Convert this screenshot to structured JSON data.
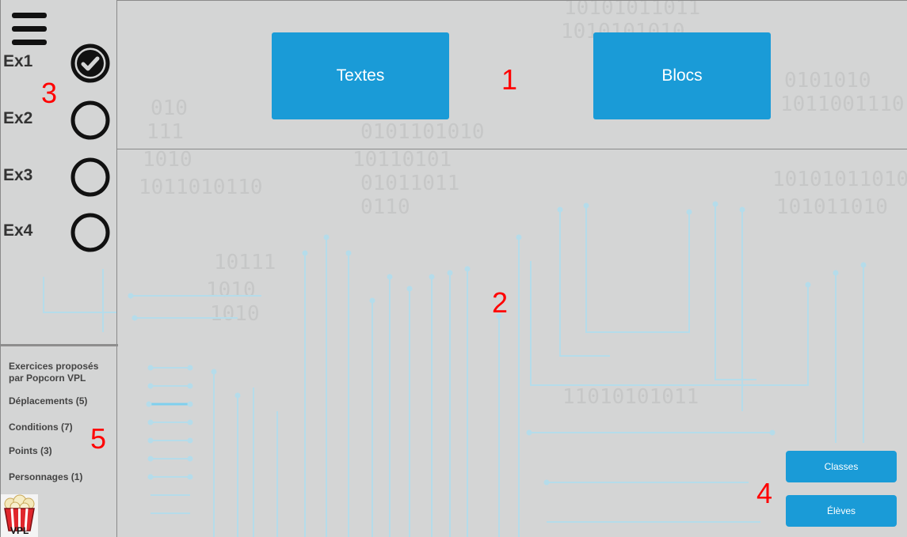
{
  "sidebar": {
    "exercises": [
      {
        "label": "Ex1",
        "done": true
      },
      {
        "label": "Ex2",
        "done": false
      },
      {
        "label": "Ex3",
        "done": false
      },
      {
        "label": "Ex4",
        "done": false
      }
    ],
    "catalog_title": "Exercices proposés par Popcorn VPL",
    "categories": [
      "Déplacements (5)",
      "Conditions (7)",
      "Points (3)",
      "Personnages (1)"
    ],
    "logo_text": "VPL"
  },
  "toolbar": {
    "texts_label": "Textes",
    "blocks_label": "Blocs"
  },
  "actions": {
    "classes_label": "Classes",
    "students_label": "Élèves"
  },
  "markers": {
    "m1": "1",
    "m2": "2",
    "m3": "3",
    "m4": "4",
    "m5": "5"
  },
  "colors": {
    "accent": "#1a9bd7",
    "background": "#d4d5d5",
    "marker": "#ff0000",
    "circuit": "#b3dceb",
    "binary": "#c4c5c5"
  },
  "background_binary": [
    "10101011011",
    "1010101010",
    "010",
    "111",
    "1010",
    "1011010110",
    "0101101010",
    "10110101",
    "01011011",
    "0110",
    "10111",
    "1010",
    "1010",
    "0101010",
    "1011001110",
    "10101011010",
    "101011010",
    "11010101011"
  ]
}
